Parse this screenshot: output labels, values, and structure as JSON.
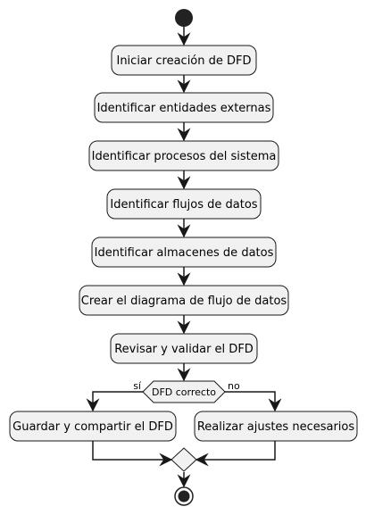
{
  "steps": [
    "Iniciar creación de DFD",
    "Identificar entidades externas",
    "Identificar procesos del sistema",
    "Identificar flujos de datos",
    "Identificar almacenes de datos",
    "Crear el diagrama de flujo de datos",
    "Revisar y validar el DFD"
  ],
  "decision": {
    "label": "DFD correcto",
    "yes_label": "sí",
    "no_label": "no",
    "yes_action": "Guardar y compartir el DFD",
    "no_action": "Realizar ajustes necesarios"
  },
  "colors": {
    "node_fill": "#f1f1f1",
    "node_stroke": "#181818",
    "terminal": "#222222"
  }
}
